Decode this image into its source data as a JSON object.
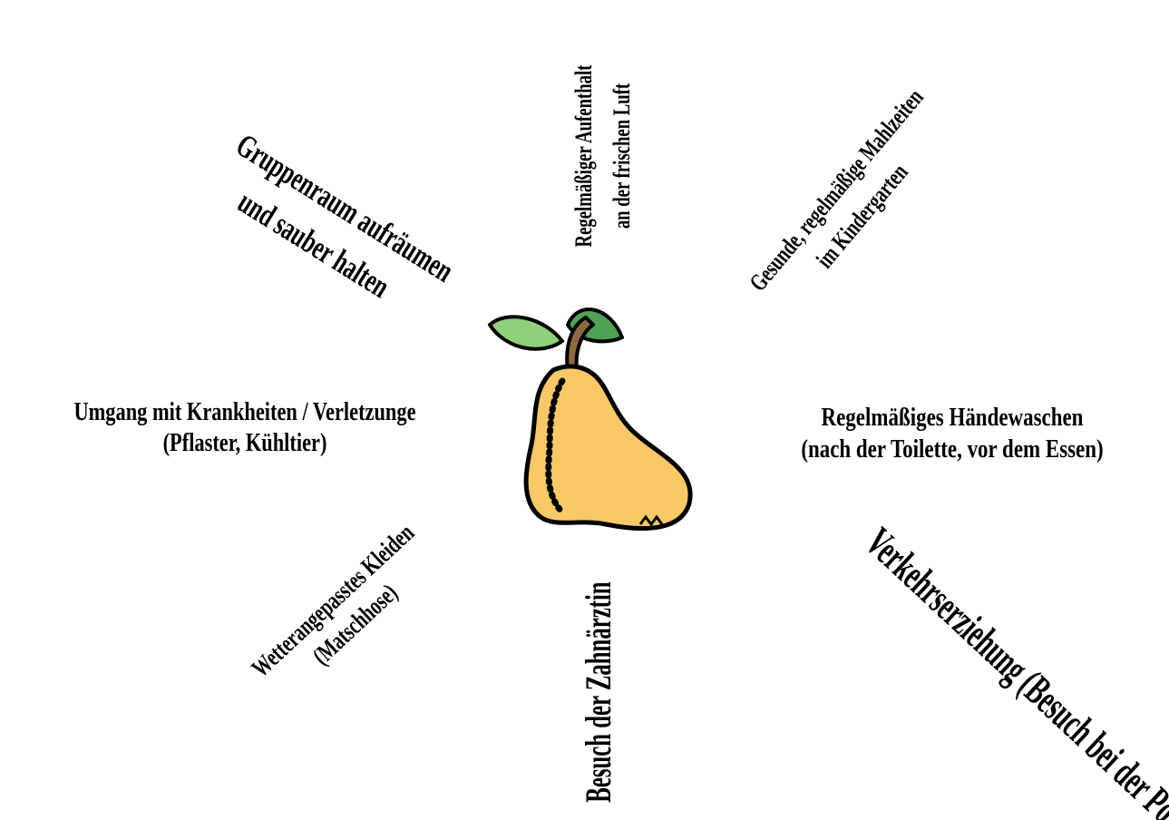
{
  "diagram": {
    "center": {
      "icon": "pear-icon"
    },
    "labels": {
      "fresh_air": {
        "line1": "Regelmäßiger Aufenthalt",
        "line2": "an der frischen Luft"
      },
      "healthy_meals": {
        "line1": "Gesunde, regelmäßige Mahlzeiten",
        "line2": "im Kindergarten"
      },
      "group_room": {
        "line1": "Gruppenraum aufräumen",
        "line2": "und sauber halten"
      },
      "illness": {
        "line1": "Umgang mit Krankheiten / Verletzunge",
        "line2": "(Pflaster, Kühltier)"
      },
      "handwashing": {
        "line1": "Regelmäßiges Händewaschen",
        "line2": "(nach der Toilette, vor dem Essen)"
      },
      "clothing": {
        "line1": "Wetterangepasstes Kleiden",
        "line2": "(Matschhose)"
      },
      "dentist": {
        "line1": "Besuch der Zahnärztin"
      },
      "traffic": {
        "line1": "Verkehrserziehung (Besuch bei der Polizei)"
      }
    },
    "colors": {
      "pear_body": "#f9c968",
      "pear_outline": "#000000",
      "leaf_dark": "#4fa355",
      "leaf_light": "#8fd07a",
      "stem": "#8c6a3f"
    }
  }
}
